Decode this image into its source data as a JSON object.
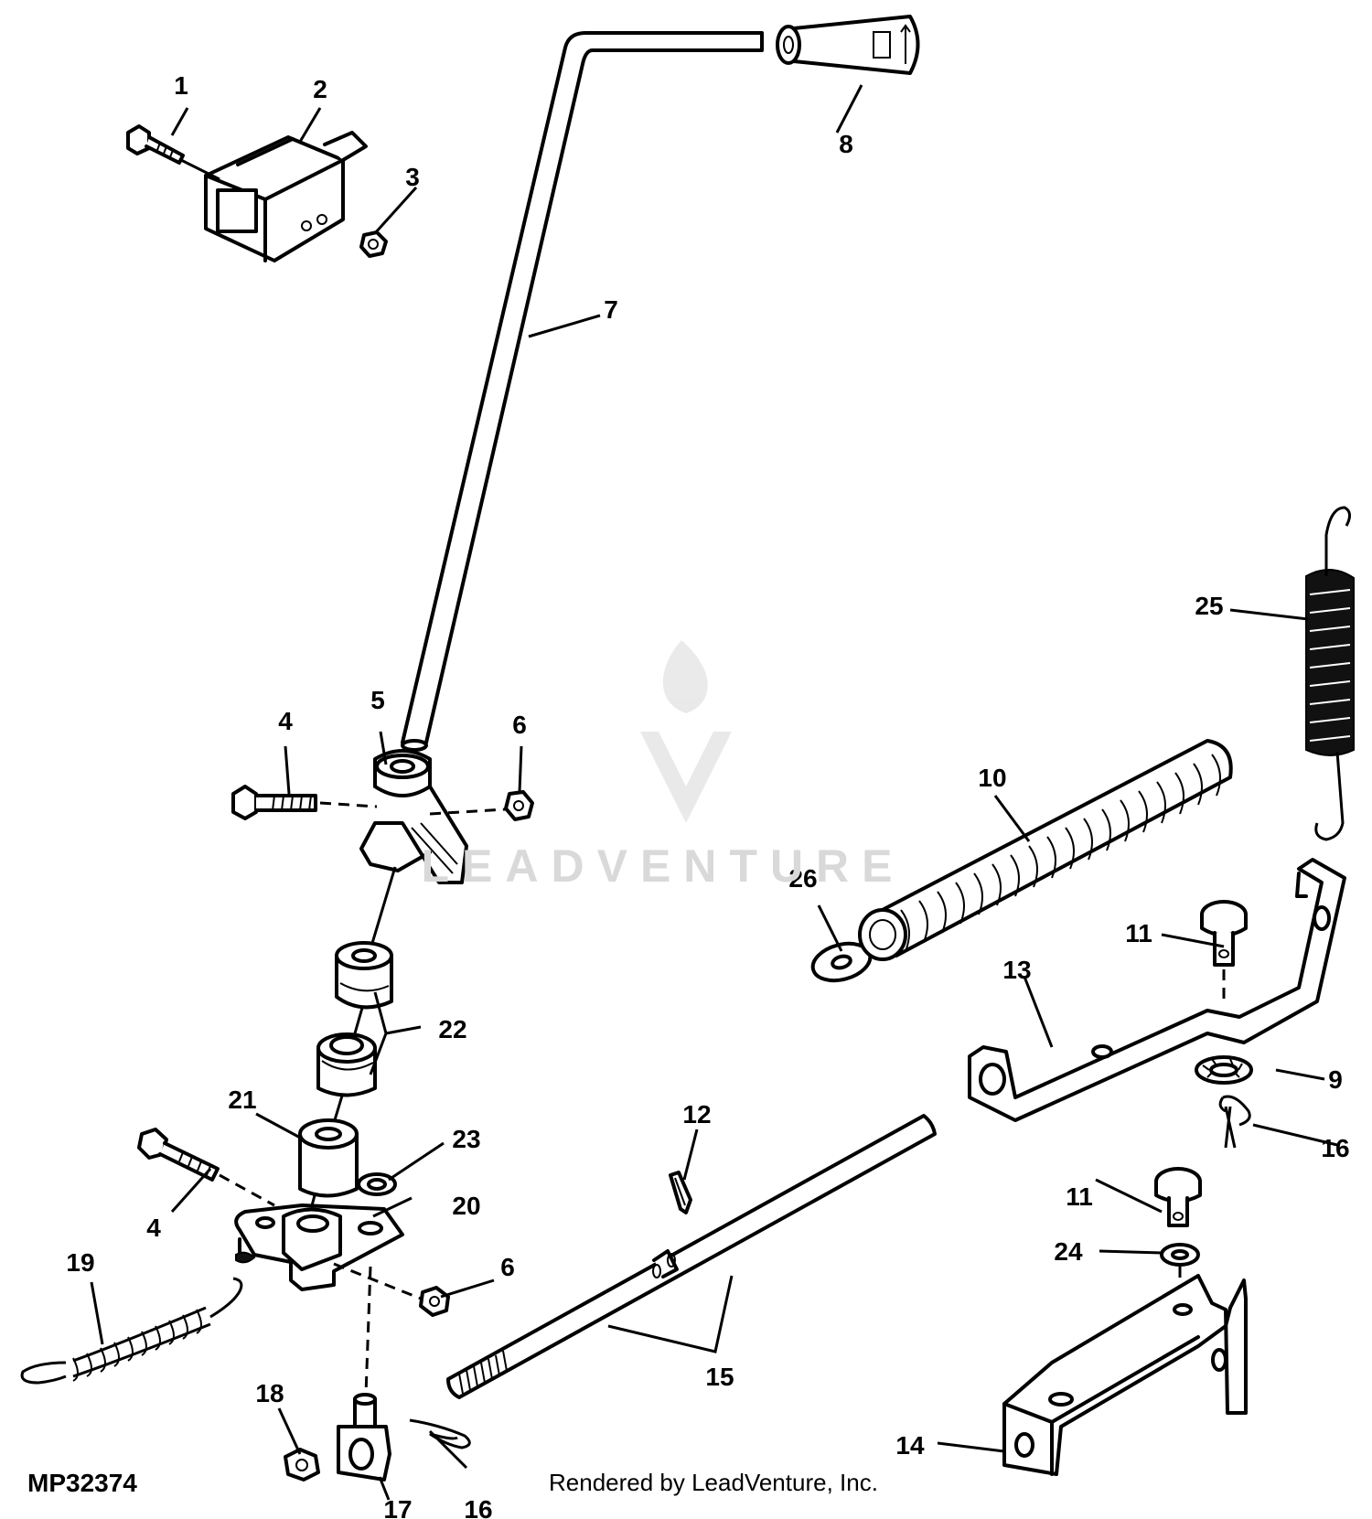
{
  "diagram": {
    "figure_code": "MP32374",
    "credit": "Rendered by LeadVenture, Inc.",
    "watermark": "LEADVENTURE",
    "labels": {
      "p1": "1",
      "p2": "2",
      "p3": "3",
      "p4a": "4",
      "p4b": "4",
      "p5": "5",
      "p6a": "6",
      "p6b": "6",
      "p7": "7",
      "p8": "8",
      "p9": "9",
      "p10": "10",
      "p11a": "11",
      "p11b": "11",
      "p12": "12",
      "p13": "13",
      "p14": "14",
      "p15": "15",
      "p16a": "16",
      "p16b": "16",
      "p17": "17",
      "p18": "18",
      "p19": "19",
      "p20": "20",
      "p21": "21",
      "p22": "22",
      "p23": "23",
      "p24": "24",
      "p25": "25",
      "p26": "26"
    }
  }
}
